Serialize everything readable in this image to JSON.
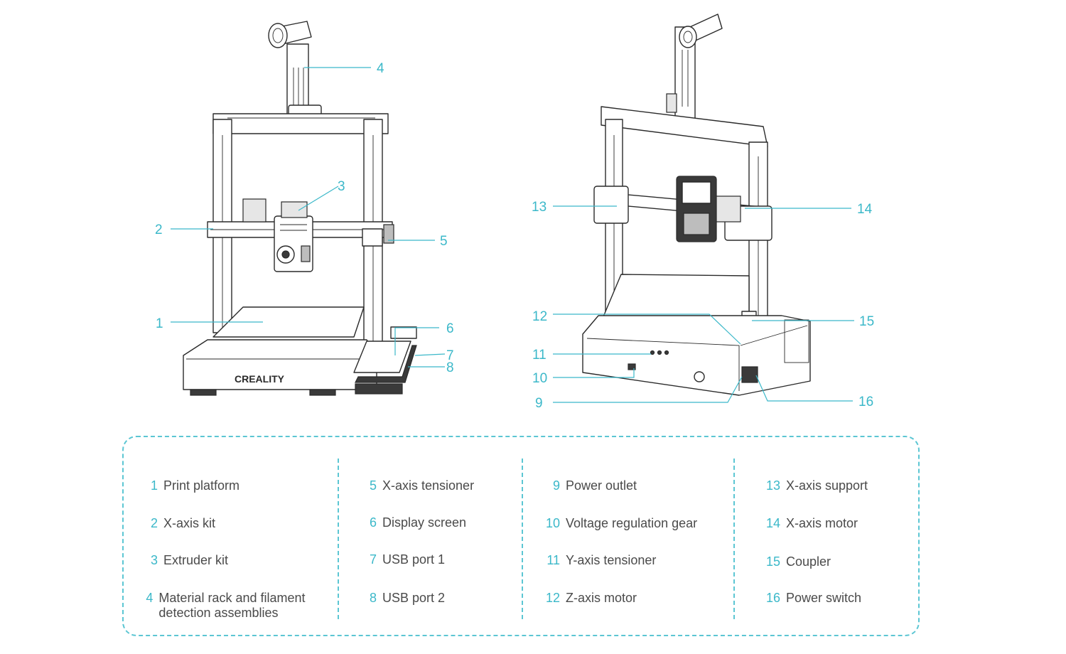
{
  "callouts": {
    "c1": "1",
    "c2": "2",
    "c3": "3",
    "c4": "4",
    "c5": "5",
    "c6": "6",
    "c7": "7",
    "c8": "8",
    "c9": "9",
    "c10": "10",
    "c11": "11",
    "c12": "12",
    "c13": "13",
    "c14": "14",
    "c15": "15",
    "c16": "16"
  },
  "brand_logo_text": "CREALITY",
  "legend": {
    "columns": [
      {
        "items": [
          {
            "num": "1",
            "label": "Print platform"
          },
          {
            "num": "2",
            "label": "X-axis kit"
          },
          {
            "num": "3",
            "label": "Extruder kit"
          },
          {
            "num": "4",
            "label": "Material rack and filament detection assemblies"
          }
        ]
      },
      {
        "items": [
          {
            "num": "5",
            "label": "X-axis tensioner"
          },
          {
            "num": "6",
            "label": "Display screen"
          },
          {
            "num": "7",
            "label": "USB port 1"
          },
          {
            "num": "8",
            "label": "USB port 2"
          }
        ]
      },
      {
        "items": [
          {
            "num": "9",
            "label": "Power outlet"
          },
          {
            "num": "10",
            "label": "Voltage regulation gear"
          },
          {
            "num": "11",
            "label": "Y-axis tensioner"
          },
          {
            "num": "12",
            "label": "Z-axis motor"
          }
        ]
      },
      {
        "items": [
          {
            "num": "13",
            "label": "X-axis support"
          },
          {
            "num": "14",
            "label": "X-axis motor"
          },
          {
            "num": "15",
            "label": "Coupler"
          },
          {
            "num": "16",
            "label": "Power switch"
          }
        ]
      }
    ]
  },
  "colors": {
    "accent": "#3bb8c9",
    "text": "#4a4a4a",
    "line_art": "#2a2a2a"
  }
}
